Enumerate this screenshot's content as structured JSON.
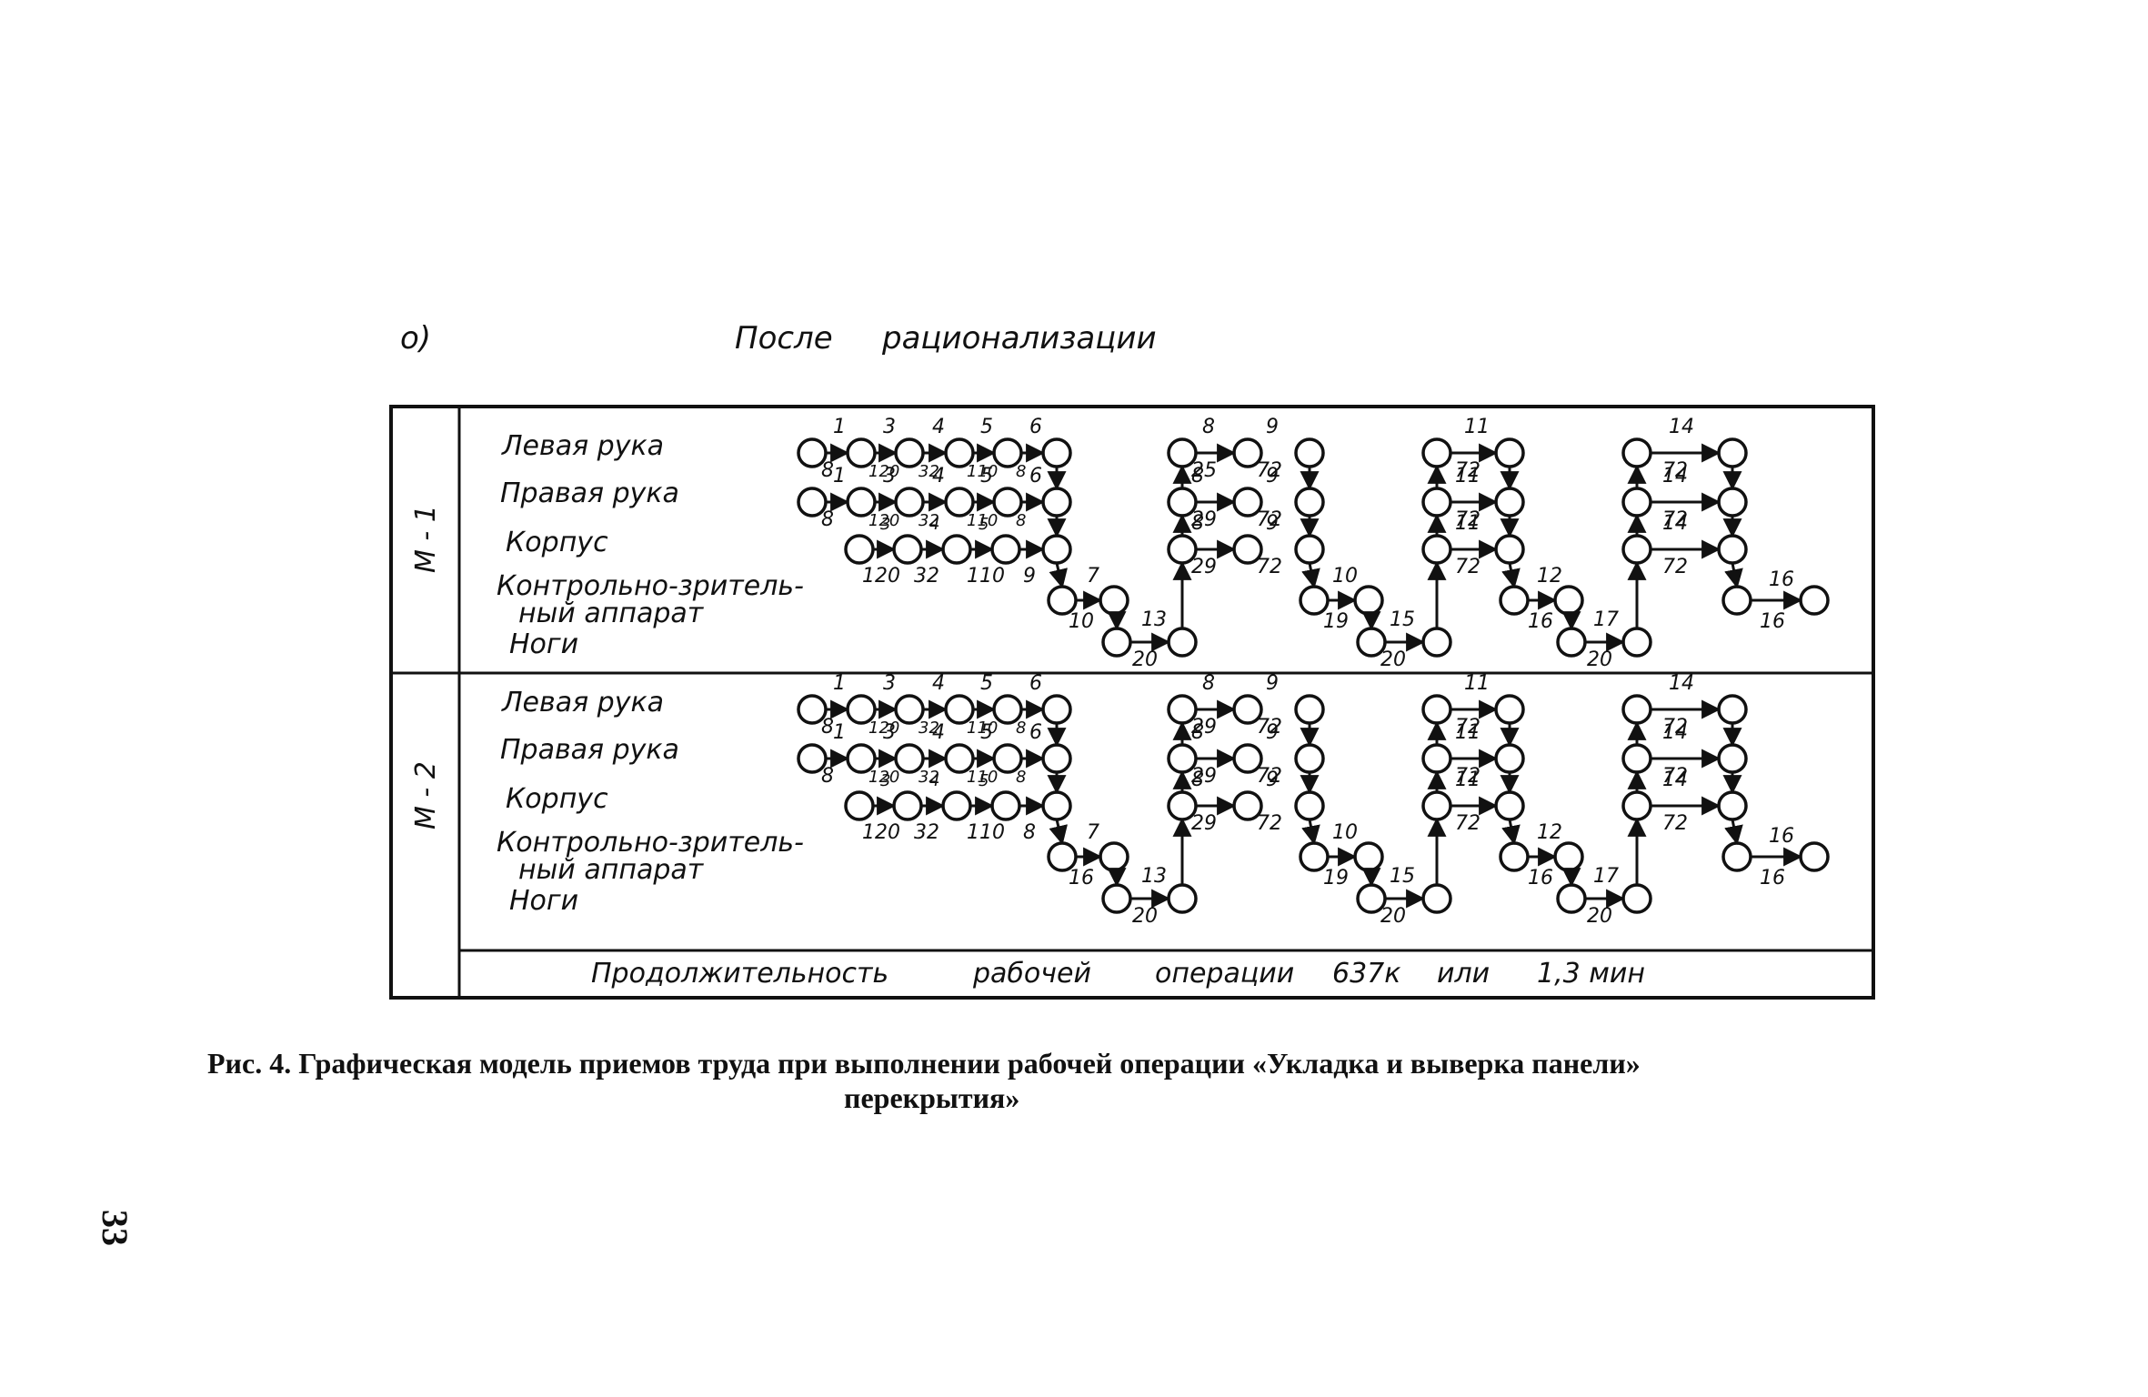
{
  "header": {
    "letter": "о)",
    "title_word1": "После",
    "title_word2": "рационализации"
  },
  "rows_labels": [
    "Левая рука",
    "Правая рука",
    "Корпус",
    "Контрольно-зритель-",
    "ный аппарат",
    "Ноги"
  ],
  "panels": [
    {
      "id": "M-1",
      "label": "М - 1",
      "labels": {
        "left_hand": "Левая рука",
        "right_hand": "Правая рука",
        "body": "Корпус",
        "visual1": "Контрольно-зритель-",
        "visual2": "ный аппарат",
        "legs": "Ноги"
      },
      "numbers": {
        "top_nums": [
          "1",
          "3",
          "4",
          "5",
          "6"
        ],
        "mid_nums": [
          "1",
          "3",
          "4",
          "5",
          "6"
        ],
        "low_nums": [
          "3",
          "4",
          "5"
        ],
        "low_vals": [
          "120",
          "32",
          "110",
          "9"
        ],
        "first_left": [
          "8",
          "8"
        ],
        "small_upper": [
          "120",
          "32",
          "110",
          "8"
        ],
        "small_mid": [
          "120",
          "32",
          "110",
          "8"
        ],
        "g2_top": [
          "8",
          "9"
        ],
        "g2_vals": [
          "25",
          "72",
          "29",
          "72",
          "29",
          "72"
        ],
        "g2_mid": [
          "8",
          "9",
          "8",
          "9"
        ],
        "g3_top": "11",
        "g3_vals": [
          "72",
          "11",
          "72",
          "11",
          "72"
        ],
        "g4_top": "14",
        "g4_vals": [
          "72",
          "14",
          "72",
          "14",
          "72"
        ],
        "vis_seq": [
          "7",
          "10",
          "13",
          "20"
        ],
        "vis_seq2": [
          "10",
          "19",
          "15",
          "20"
        ],
        "vis_seq3": [
          "12",
          "16",
          "17",
          "20"
        ],
        "end_seq": [
          "16",
          "16"
        ]
      }
    },
    {
      "id": "M-2",
      "label": "М - 2",
      "labels": {
        "left_hand": "Левая рука",
        "right_hand": "Правая рука",
        "body": "Корпус",
        "visual1": "Контрольно-зритель-",
        "visual2": "ный аппарат",
        "legs": "Ноги"
      },
      "numbers": {
        "top_nums": [
          "1",
          "3",
          "4",
          "5",
          "6"
        ],
        "mid_nums": [
          "1",
          "3",
          "4",
          "5",
          "6"
        ],
        "low_nums": [
          "3",
          "4",
          "5"
        ],
        "low_vals": [
          "120",
          "32",
          "110",
          "8"
        ],
        "first_left": [
          "8",
          "8"
        ],
        "small_upper": [
          "120",
          "32",
          "110",
          "8"
        ],
        "small_mid": [
          "120",
          "32",
          "110",
          "8"
        ],
        "g2_top": [
          "8",
          "9"
        ],
        "g2_vals": [
          "29",
          "72",
          "29",
          "72",
          "29",
          "72"
        ],
        "g2_mid": [
          "8",
          "9",
          "8",
          "9"
        ],
        "g3_top": "11",
        "g3_vals": [
          "72",
          "11",
          "72",
          "11",
          "72"
        ],
        "g4_top": "14",
        "g4_vals": [
          "72",
          "14",
          "72",
          "14",
          "72"
        ],
        "vis_seq": [
          "7",
          "16",
          "13",
          "20"
        ],
        "vis_seq2": [
          "10",
          "19",
          "15",
          "20"
        ],
        "vis_seq3": [
          "12",
          "16",
          "17",
          "20"
        ],
        "end_seq": [
          "16",
          "16"
        ]
      }
    }
  ],
  "footer_row": {
    "w1": "Продолжительность",
    "w2": "рабочей",
    "w3": "операции",
    "w4": "637к",
    "w5": "или",
    "w6": "1,3 мин"
  },
  "caption": {
    "line1": "Рис. 4. Графическая модель  приемов  труда  при выполнении рабочей  операции «Укладка и выверка  панели»",
    "line2": "перекрытия»"
  },
  "page_number": "33"
}
